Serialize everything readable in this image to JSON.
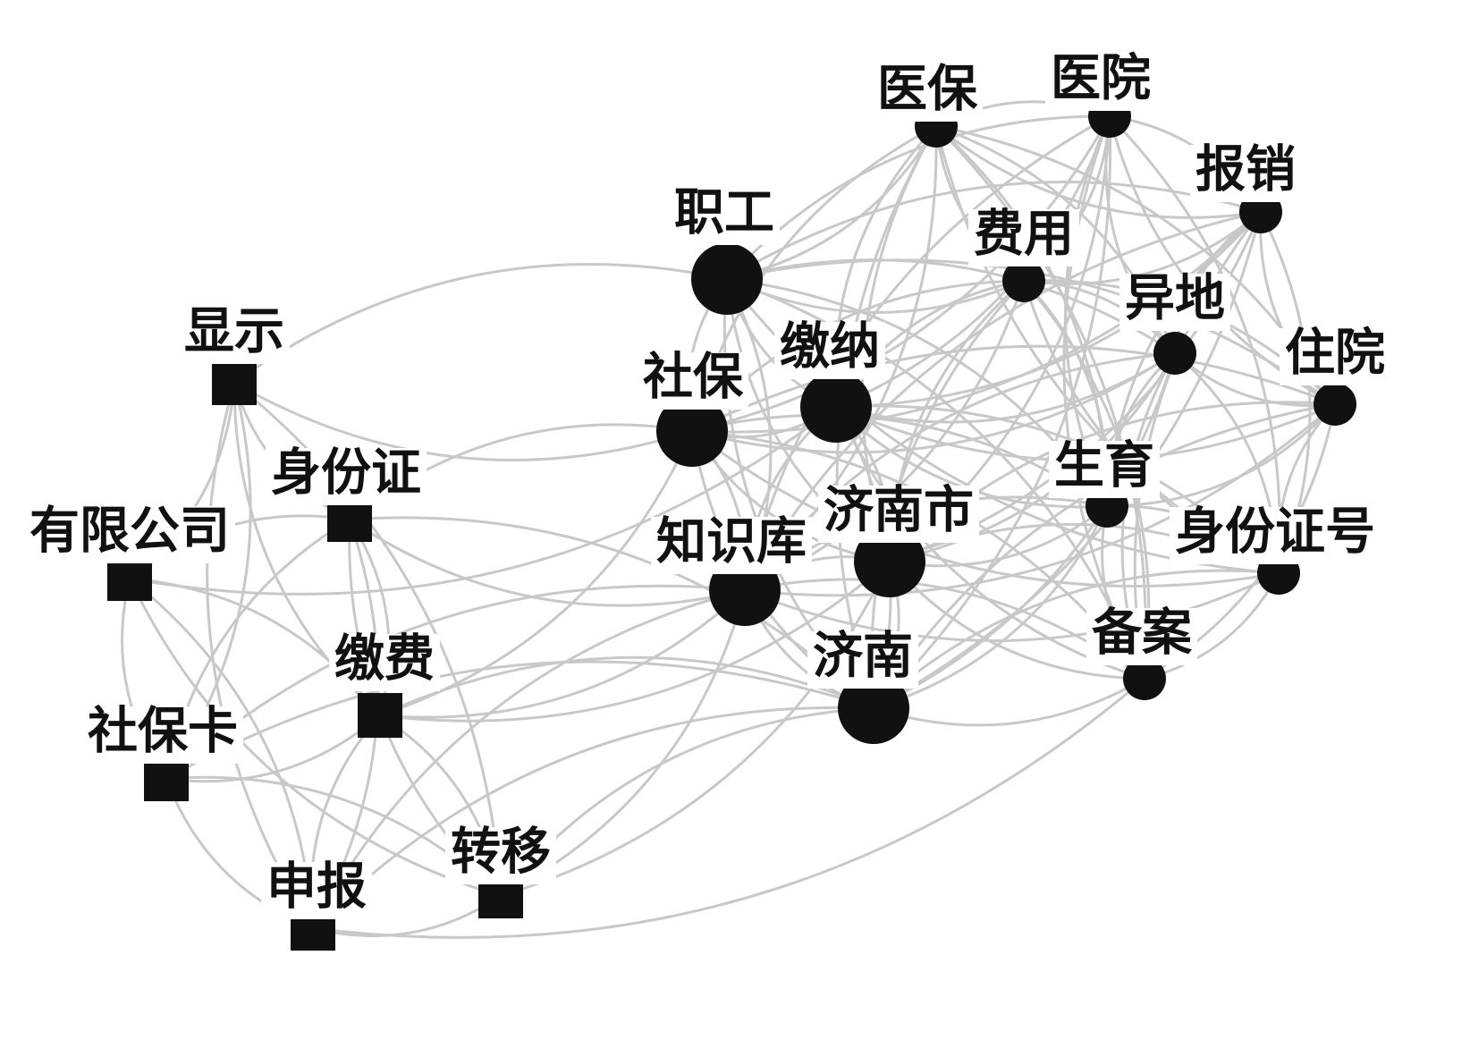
{
  "colors": {
    "edge": "#c8c8c8",
    "node": "#111111",
    "background": "#ffffff"
  },
  "network": {
    "groups": [
      {
        "id": "square-cluster",
        "shape": "square",
        "size": "uniform"
      },
      {
        "id": "circle-cluster",
        "shape": "circle",
        "size": "varies"
      }
    ],
    "nodes": [
      {
        "id": "xianshi",
        "label": "显示",
        "shape": "square"
      },
      {
        "id": "shenfenzheng",
        "label": "身份证",
        "shape": "square"
      },
      {
        "id": "youxiangongsi",
        "label": "有限公司",
        "shape": "square"
      },
      {
        "id": "jiaofei",
        "label": "缴费",
        "shape": "square"
      },
      {
        "id": "shebaoka",
        "label": "社保卡",
        "shape": "square"
      },
      {
        "id": "shenbao",
        "label": "申报",
        "shape": "square"
      },
      {
        "id": "zhuanyi",
        "label": "转移",
        "shape": "square"
      },
      {
        "id": "yibao",
        "label": "医保",
        "shape": "circle"
      },
      {
        "id": "yiyuan",
        "label": "医院",
        "shape": "circle"
      },
      {
        "id": "baoxiao",
        "label": "报销",
        "shape": "circle"
      },
      {
        "id": "zhigong",
        "label": "职工",
        "shape": "circle"
      },
      {
        "id": "feiyong",
        "label": "费用",
        "shape": "circle"
      },
      {
        "id": "yidi",
        "label": "异地",
        "shape": "circle"
      },
      {
        "id": "jiaona",
        "label": "缴纳",
        "shape": "circle"
      },
      {
        "id": "zhuyuan",
        "label": "住院",
        "shape": "circle"
      },
      {
        "id": "shebao",
        "label": "社保",
        "shape": "circle"
      },
      {
        "id": "shengyu",
        "label": "生育",
        "shape": "circle"
      },
      {
        "id": "jinanshi",
        "label": "济南市",
        "shape": "circle"
      },
      {
        "id": "zhishiku",
        "label": "知识库",
        "shape": "circle"
      },
      {
        "id": "shenfenzhenghao",
        "label": "身份证号",
        "shape": "circle"
      },
      {
        "id": "beian",
        "label": "备案",
        "shape": "circle"
      },
      {
        "id": "jinan",
        "label": "济南",
        "shape": "circle"
      }
    ]
  }
}
